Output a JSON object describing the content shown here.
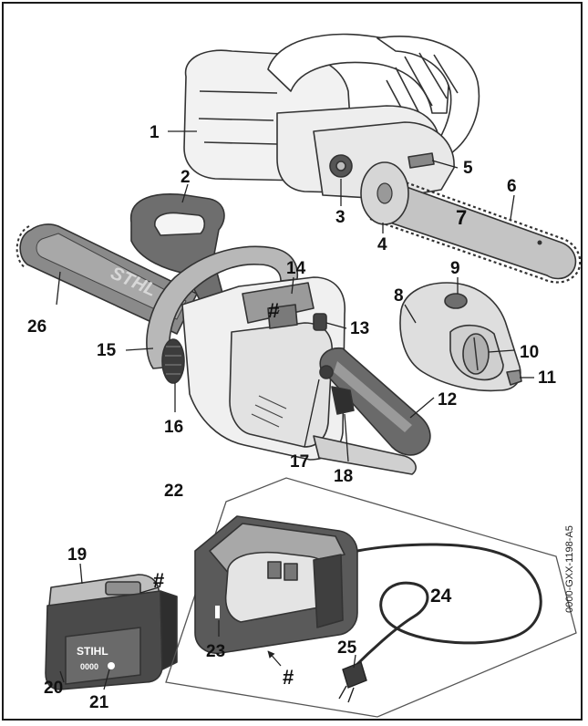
{
  "colors": {
    "outline": "#333333",
    "light_fill": "#f2f2f2",
    "mid_fill": "#cfcfcf",
    "dark_fill": "#6e6e6e",
    "darkest_fill": "#3c3c3c"
  },
  "reference_code": "0000-GXX-1198-A5",
  "brand_text": "STHL",
  "battery_brand": "STIHL",
  "battery_model": "0000",
  "labels": {
    "l1": "1",
    "l2": "2",
    "l3": "3",
    "l4": "4",
    "l5": "5",
    "l6": "6",
    "l7": "7",
    "l8": "8",
    "l9": "9",
    "l10": "10",
    "l11": "11",
    "l12": "12",
    "l13": "13",
    "l14": "14",
    "l15": "15",
    "l16": "16",
    "l17": "17",
    "l18": "18",
    "l19": "19",
    "l20": "20",
    "l21": "21",
    "l22": "22",
    "l23": "23",
    "l24": "24",
    "l25": "25",
    "l26": "26"
  },
  "hash_marks": {
    "h_saw": "#",
    "h_battery": "#",
    "h_charger": "#"
  }
}
